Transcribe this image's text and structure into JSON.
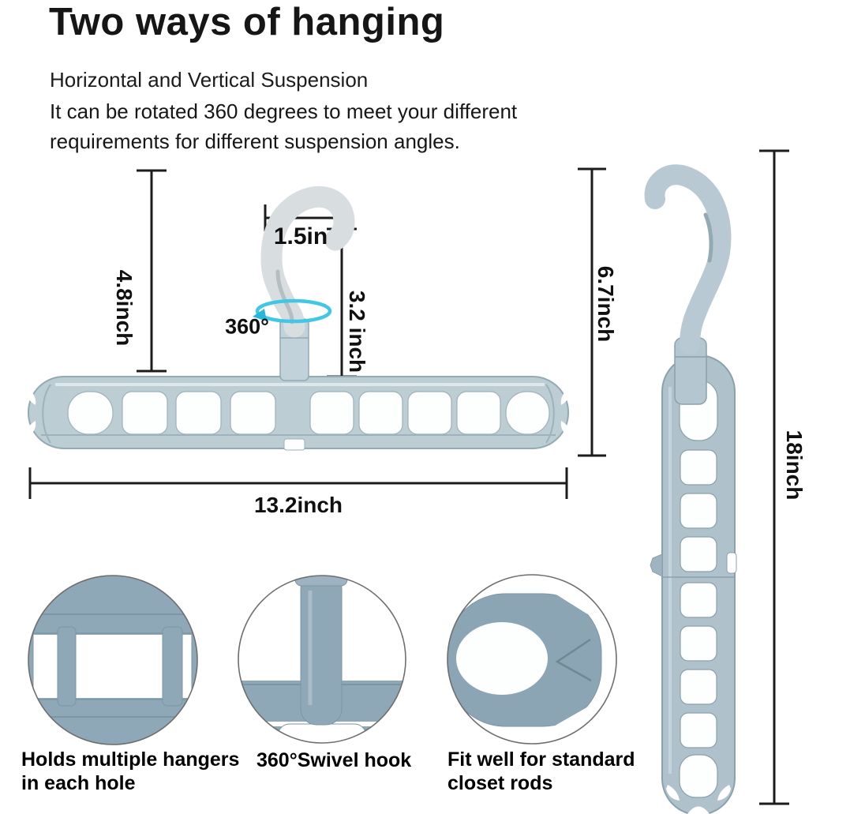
{
  "header": {
    "title": "Two ways of hanging",
    "subtitle": "Horizontal and Vertical Suspension",
    "body_line1": "It can be rotated 360 degrees to meet your different",
    "body_line2": "requirements for different suspension angles."
  },
  "measurements": {
    "hook_inner_width": "1.5in",
    "hook_height": "4.8inch",
    "hook_drop": "3.2 inch",
    "swivel_angle": "360°",
    "bar_length": "13.2inch",
    "vertical_hook_height": "6.7inch",
    "total_length": "18inch"
  },
  "callouts": [
    {
      "caption": "Holds multiple hangers in each hole"
    },
    {
      "caption": "360°Swivel hook"
    },
    {
      "caption": "Fit well for standard closet rods"
    }
  ],
  "colors": {
    "plastic_bar": "#bccdd4",
    "plastic_vertical": "#afc2cc",
    "plastic_hook": "#d8dde0",
    "plastic_closeup": "#8fa8b7",
    "rotation_accent": "#41c7e5",
    "dimension_line": "#1c1c1c"
  }
}
